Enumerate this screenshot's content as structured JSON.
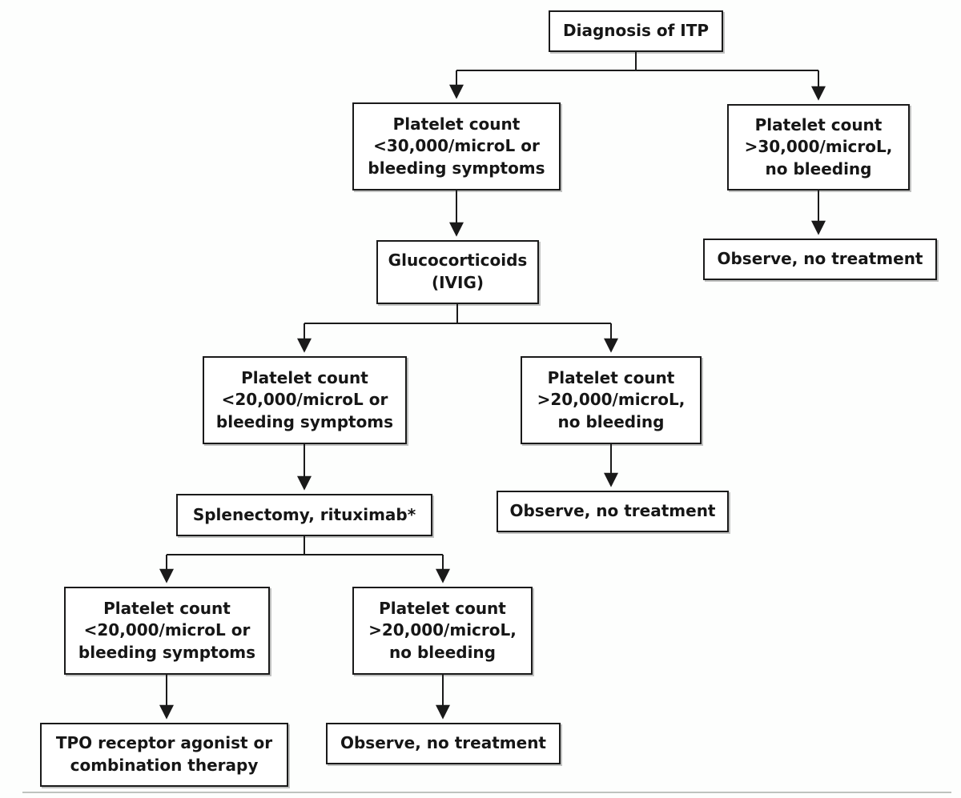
{
  "page": {
    "background_color": "#fdfefd",
    "line_color": "#1a1a1a",
    "box_border_color": "#1a1a1a",
    "text_color": "#161616",
    "divider_color": "#bfc3bf"
  },
  "flowchart": {
    "nodes": {
      "diagnosis": "Diagnosis of ITP",
      "platelet_lt30": "Platelet count\n<30,000/microL or\nbleeding symptoms",
      "platelet_gt30": "Platelet count\n>30,000/microL,\nno bleeding",
      "observe_right_top": "Observe, no treatment",
      "glucocorticoids": "Glucocorticoids\n(IVIG)",
      "platelet_lt20_mid": "Platelet count\n<20,000/microL or\nbleeding symptoms",
      "platelet_gt20_mid": "Platelet count\n>20,000/microL,\nno bleeding",
      "observe_right_mid": "Observe, no treatment",
      "splenectomy": "Splenectomy, rituximab*",
      "platelet_lt20_low": "Platelet count\n<20,000/microL or\nbleeding symptoms",
      "platelet_gt20_low": "Platelet count\n>20,000/microL,\nno bleeding",
      "tpo_agonist": "TPO receptor agonist or\ncombination therapy",
      "observe_bottom": "Observe, no treatment"
    },
    "edges": [
      {
        "from": "diagnosis",
        "to": "platelet_lt30"
      },
      {
        "from": "diagnosis",
        "to": "platelet_gt30"
      },
      {
        "from": "platelet_gt30",
        "to": "observe_right_top"
      },
      {
        "from": "platelet_lt30",
        "to": "glucocorticoids"
      },
      {
        "from": "glucocorticoids",
        "to": "platelet_lt20_mid"
      },
      {
        "from": "glucocorticoids",
        "to": "platelet_gt20_mid"
      },
      {
        "from": "platelet_gt20_mid",
        "to": "observe_right_mid"
      },
      {
        "from": "platelet_lt20_mid",
        "to": "splenectomy"
      },
      {
        "from": "splenectomy",
        "to": "platelet_lt20_low"
      },
      {
        "from": "splenectomy",
        "to": "platelet_gt20_low"
      },
      {
        "from": "platelet_lt20_low",
        "to": "tpo_agonist"
      },
      {
        "from": "platelet_gt20_low",
        "to": "observe_bottom"
      }
    ]
  }
}
